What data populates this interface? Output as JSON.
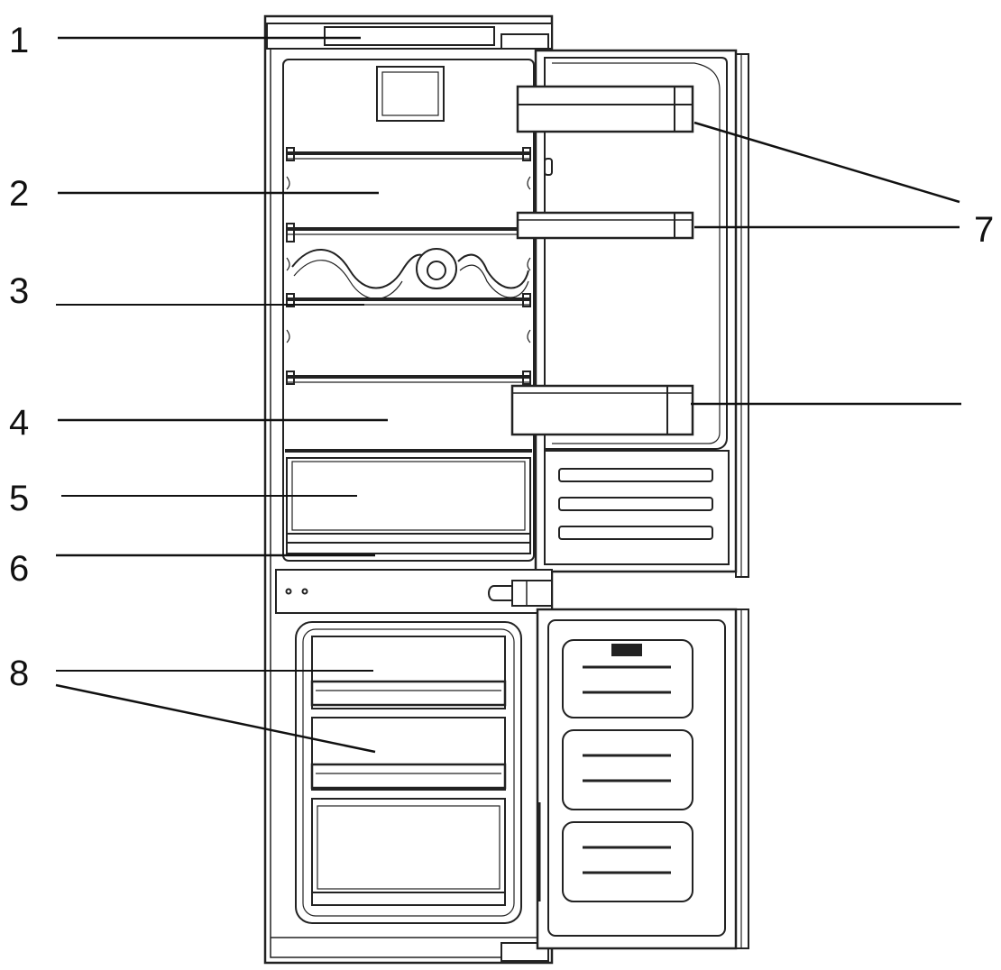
{
  "callouts": [
    {
      "id": "1",
      "label": "1"
    },
    {
      "id": "2",
      "label": "2"
    },
    {
      "id": "3",
      "label": "3"
    },
    {
      "id": "4",
      "label": "4"
    },
    {
      "id": "5",
      "label": "5"
    },
    {
      "id": "6",
      "label": "6"
    },
    {
      "id": "7",
      "label": "7"
    },
    {
      "id": "8",
      "label": "8"
    }
  ],
  "colors": {
    "line": "#222222",
    "background": "#ffffff"
  }
}
